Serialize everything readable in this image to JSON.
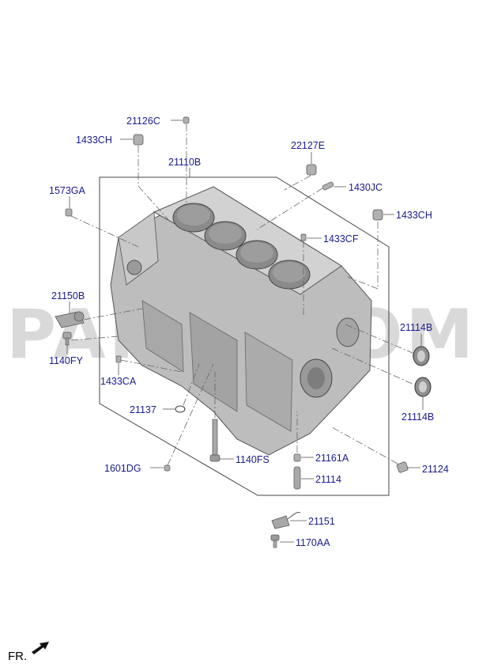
{
  "watermark": "PARTS.COM",
  "direction_label": "FR.",
  "parts": {
    "p21126C": "21126C",
    "p1433CH_a": "1433CH",
    "p22127E": "22127E",
    "p21110B": "21110B",
    "p1573GA": "1573GA",
    "p1430JC": "1430JC",
    "p1433CH_b": "1433CH",
    "p1433CF": "1433CF",
    "p21150B": "21150B",
    "p21114B_a": "21114B",
    "p1140FY": "1140FY",
    "p1433CA": "1433CA",
    "p21114B_b": "21114B",
    "p21137": "21137",
    "p1601DG": "1601DG",
    "p1140FS": "1140FS",
    "p21161A": "21161A",
    "p21124": "21124",
    "p21114": "21114",
    "p21151": "21151",
    "p1170AA": "1170AA"
  },
  "colors": {
    "label_text": "#1a1a8c",
    "leader_line": "#555555",
    "part_fill": "#b9b9b9",
    "watermark": "#d9d9d9"
  }
}
